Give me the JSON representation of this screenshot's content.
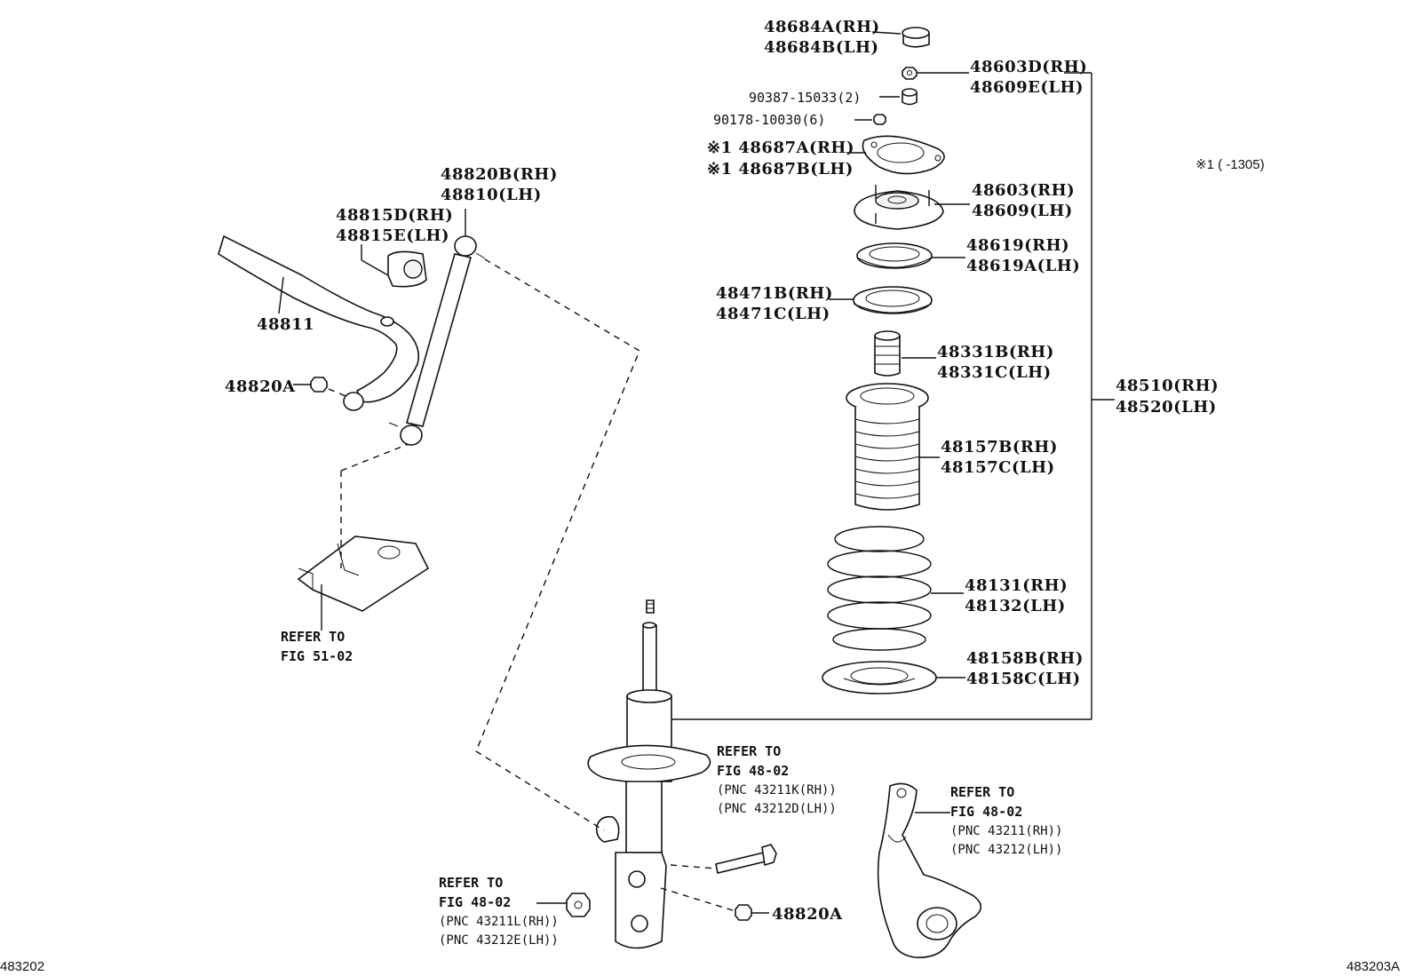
{
  "diagram": {
    "note": "※1 (     -1305)",
    "footer_left": "483202",
    "footer_right": "483203A",
    "labels": {
      "p48684A": "48684A(RH)",
      "p48684B": "48684B(LH)",
      "p48603D": "48603D(RH)",
      "p48609E": "48609E(LH)",
      "p90387": "90387-15033(2)",
      "p90178": "90178-10030(6)",
      "p48687A": "※1 48687A(RH)",
      "p48687B": "※1 48687B(LH)",
      "p48603": "48603(RH)",
      "p48609": "48609(LH)",
      "p48619": "48619(RH)",
      "p48619A": "48619A(LH)",
      "p48471B": "48471B(RH)",
      "p48471C": "48471C(LH)",
      "p48331B": "48331B(RH)",
      "p48331C": "48331C(LH)",
      "p48510": "48510(RH)",
      "p48520": "48520(LH)",
      "p48157B": "48157B(RH)",
      "p48157C": "48157C(LH)",
      "p48131": "48131(RH)",
      "p48132": "48132(LH)",
      "p48158B": "48158B(RH)",
      "p48158C": "48158C(LH)",
      "p48820B": "48820B(RH)",
      "p48810": "48810(LH)",
      "p48815D": "48815D(RH)",
      "p48815E": "48815E(LH)",
      "p48811": "48811",
      "p48820A_left": "48820A",
      "p48820A_bottom": "48820A"
    },
    "refs": {
      "r1_l1": "REFER TO",
      "r1_l2": "FIG 51-02",
      "r2_l1": "REFER TO",
      "r2_l2": "FIG 48-02",
      "r2_l3": "(PNC 43211K(RH))",
      "r2_l4": "(PNC 43212D(LH))",
      "r3_l1": "REFER TO",
      "r3_l2": "FIG 48-02",
      "r3_l3": "(PNC 43211(RH))",
      "r3_l4": "(PNC 43212(LH))",
      "r4_l1": "REFER TO",
      "r4_l2": "FIG 48-02",
      "r4_l3": "(PNC 43211L(RH))",
      "r4_l4": "(PNC 43212E(LH))"
    },
    "parts": [
      "dust-cap",
      "nut",
      "cushion",
      "washer",
      "dust-seal",
      "support",
      "spring-insulator",
      "bearing",
      "bound-stopper",
      "dust-boot",
      "coil-spring",
      "lower-insulator",
      "shock-absorber",
      "stabilizer-bar",
      "bushing",
      "link",
      "bracket",
      "steering-knuckle",
      "bolt"
    ]
  }
}
